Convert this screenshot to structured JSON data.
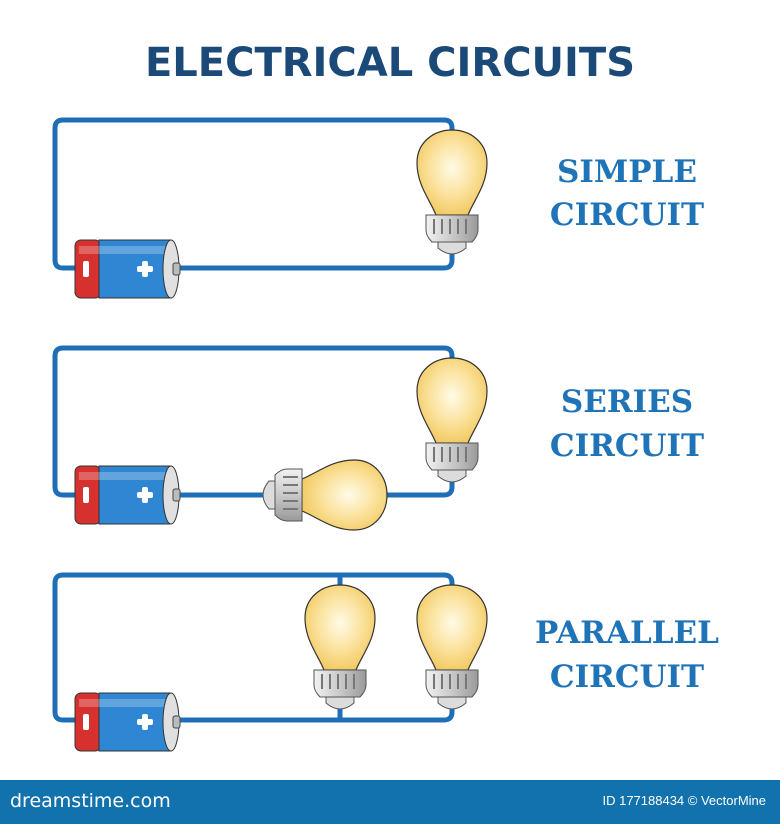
{
  "title": "ELECTRICAL CIRCUITS",
  "circuits": [
    {
      "line1": "SIMPLE",
      "line2": "CIRCUIT"
    },
    {
      "line1": "SERIES",
      "line2": "CIRCUIT"
    },
    {
      "line1": "PARALLEL",
      "line2": "CIRCUIT"
    }
  ],
  "battery": {
    "plus": "+",
    "minus": "-"
  },
  "footer": {
    "brand": "dreamstime.com",
    "credit": "ID 177188434 © VectorMine"
  },
  "colors": {
    "wire": "#1f6fb8",
    "title": "#1b4a78",
    "label": "#1f73b7",
    "footer": "#1272ad"
  }
}
